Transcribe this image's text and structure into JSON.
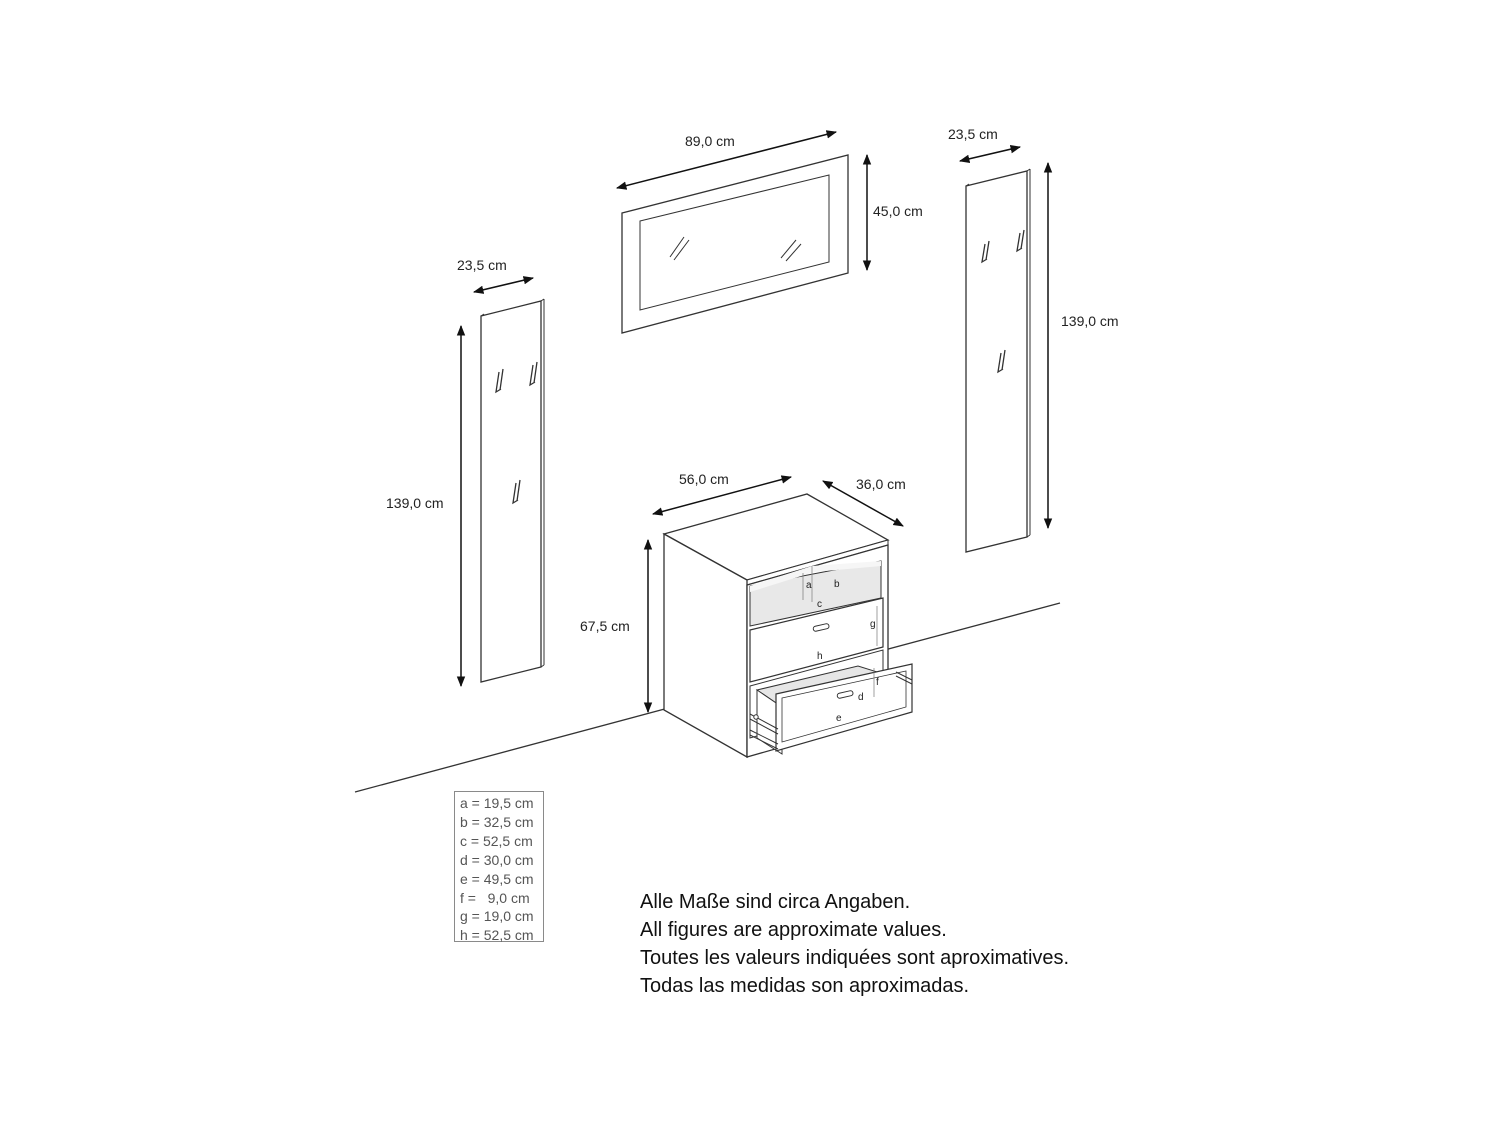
{
  "dimensions": {
    "mirror_width": "89,0 cm",
    "mirror_height": "45,0 cm",
    "panel_left_width": "23,5 cm",
    "panel_left_height": "139,0 cm",
    "panel_right_width": "23,5 cm",
    "panel_right_height": "139,0 cm",
    "cabinet_width": "56,0 cm",
    "cabinet_depth": "36,0 cm",
    "cabinet_height": "67,5 cm"
  },
  "inner_letters": [
    "a",
    "b",
    "c",
    "d",
    "e",
    "f",
    "g",
    "h"
  ],
  "legend": [
    "a = 19,5 cm",
    "b = 32,5 cm",
    "c = 52,5 cm",
    "d = 30,0 cm",
    "e = 49,5 cm",
    "f =   9,0 cm",
    "g = 19,0 cm",
    "h = 52,5 cm"
  ],
  "notes": [
    "Alle Maße sind circa Angaben.",
    "All figures are approximate values.",
    "Toutes les valeurs indiquées sont aproximatives.",
    "Todas las medidas son aproximadas."
  ]
}
